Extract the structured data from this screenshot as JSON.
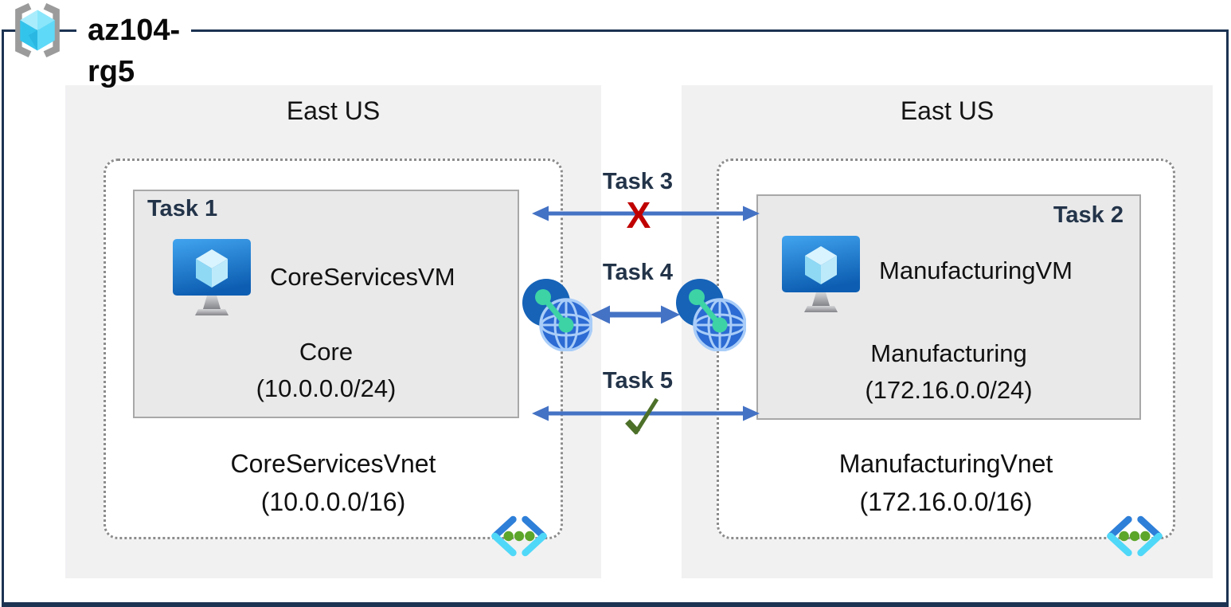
{
  "header": {
    "resource_group": "az104-rg5"
  },
  "regions": [
    {
      "location": "East US",
      "vnet": {
        "name": "CoreServicesVnet",
        "cidr": "(10.0.0.0/16)",
        "icon": "virtual-network-icon"
      },
      "subnet": {
        "task_label": "Task 1",
        "vm": {
          "name": "CoreServicesVM",
          "icon": "virtual-machine-icon"
        },
        "name": "Core",
        "cidr": "(10.0.0.0/24)"
      }
    },
    {
      "location": "East US",
      "vnet": {
        "name": "ManufacturingVnet",
        "cidr": "(172.16.0.0/16)",
        "icon": "virtual-network-icon"
      },
      "subnet": {
        "task_label": "Task 2",
        "vm": {
          "name": "ManufacturingVM",
          "icon": "virtual-machine-icon"
        },
        "name": "Manufacturing",
        "cidr": "(172.16.0.0/24)"
      }
    }
  ],
  "connections": [
    {
      "label": "Task 3",
      "result": "blocked",
      "glyph": "X",
      "icon": "blocked-x-mark"
    },
    {
      "label": "Task 4",
      "result": "peered",
      "icon": "vnet-peering-icon"
    },
    {
      "label": "Task 5",
      "result": "allowed",
      "glyph": "✓",
      "icon": "check-icon"
    }
  ],
  "colors": {
    "frame_border": "#1C3352",
    "arrow": "#4472C4",
    "blocked_x": "#C00000",
    "check": "#4D7029",
    "task_label": "#233449",
    "region_background": "#F1F1F2",
    "subnet_background": "#E9E9EA"
  }
}
